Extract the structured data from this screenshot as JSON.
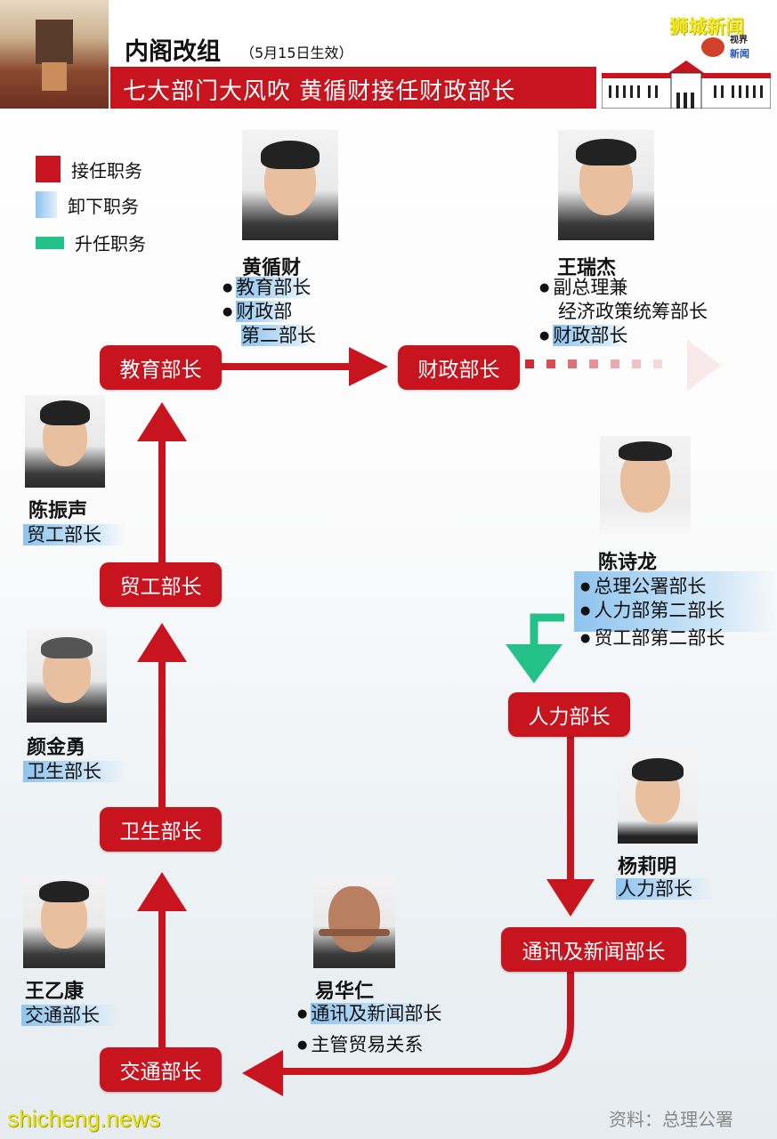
{
  "header": {
    "title": "内阁改组",
    "effective": "（5月15日生效）",
    "headline": "七大部门大风吹 黄循财接任财政部长",
    "logo_text": "狮城新闻",
    "logo_sub1": "视界",
    "logo_sub2": "新闻"
  },
  "legend": [
    {
      "label": "接任职务",
      "color": "#c8141e"
    },
    {
      "label": "卸下职务",
      "color": "#8ec4ee"
    },
    {
      "label": "升任职务",
      "color": "#24c28a"
    }
  ],
  "ministries": {
    "education": "教育部长",
    "finance": "财政部长",
    "trade": "贸工部长",
    "health": "卫生部长",
    "transport": "交通部长",
    "manpower": "人力部长",
    "communications": "通讯及新闻部长"
  },
  "people": {
    "wong": {
      "name": "黄循财",
      "roles": [
        "教育部长",
        "财政部",
        "第二部长"
      ]
    },
    "heng": {
      "name": "王瑞杰",
      "roles": [
        "副总理兼",
        "经济政策统筹部长",
        "财政部长"
      ]
    },
    "chan": {
      "name": "陈振声",
      "roles": [
        "贸工部长"
      ]
    },
    "gan": {
      "name": "颜金勇",
      "roles": [
        "卫生部长"
      ]
    },
    "tan": {
      "name": "陈诗龙",
      "roles": [
        "总理公署部长",
        "人力部第二部长",
        "贸工部第二部长"
      ]
    },
    "teo": {
      "name": "杨莉明",
      "roles": [
        "人力部长"
      ]
    },
    "ong": {
      "name": "王乙康",
      "roles": [
        "交通部长"
      ]
    },
    "iswaran": {
      "name": "易华仁",
      "roles": [
        "通讯及新闻部长",
        "主管贸易关系"
      ]
    }
  },
  "footer": {
    "source": "资料：总理公署",
    "watermark": "shicheng.news"
  },
  "colors": {
    "accent_red": "#c8141e",
    "drop_blue": "#8ec4ee",
    "promote_green": "#24c28a"
  }
}
